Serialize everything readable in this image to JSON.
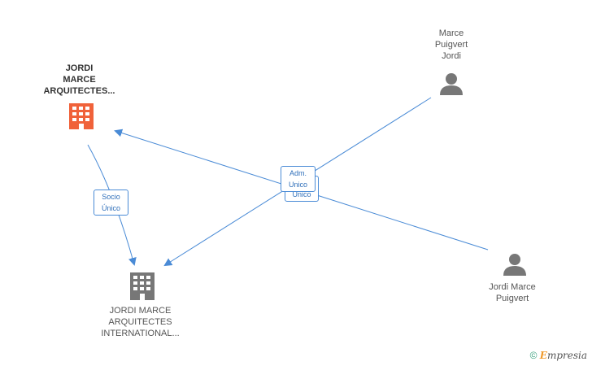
{
  "nodes": {
    "company_top": {
      "lines": [
        "JORDI",
        "MARCE",
        "ARQUITECTES..."
      ],
      "color": "#f0623a"
    },
    "company_bottom": {
      "lines": [
        "JORDI MARCE",
        "ARQUITECTES",
        "INTERNATIONAL..."
      ],
      "color": "#777777"
    },
    "person_top": {
      "lines": [
        "Marce",
        "Puigvert",
        "Jordi"
      ],
      "color": "#777777"
    },
    "person_right": {
      "lines": [
        "Jordi Marce",
        "Puigvert"
      ],
      "color": "#777777"
    }
  },
  "edges": {
    "socio": {
      "lines": [
        "Socio",
        "Único"
      ]
    },
    "adm_back": {
      "lines": [
        "Unico"
      ]
    },
    "adm_front": {
      "lines": [
        "Adm.",
        "Unico"
      ]
    }
  },
  "colors": {
    "edge": "#4a8bd6"
  },
  "footer": {
    "copyright": "©",
    "brand_initial": "E",
    "brand_rest": "mpresia"
  }
}
